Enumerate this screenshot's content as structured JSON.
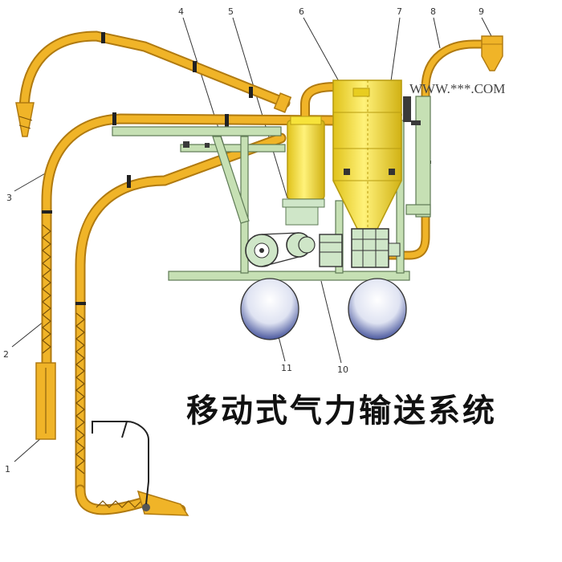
{
  "watermark": "WWW.***.COM",
  "title": "移动式气力输送系统",
  "callouts": [
    "1",
    "2",
    "3",
    "4",
    "5",
    "6",
    "7",
    "8",
    "9",
    "10",
    "11"
  ],
  "colors": {
    "pipe": "#f0b428",
    "pipe_dark": "#b07a10",
    "frame": "#c6e0b4",
    "frame_dark": "#5e7a55",
    "tank": "#f7e33a",
    "tank_dark": "#b89c10",
    "machine": "#cfe6c8",
    "wheel": "#2d3d8e"
  }
}
